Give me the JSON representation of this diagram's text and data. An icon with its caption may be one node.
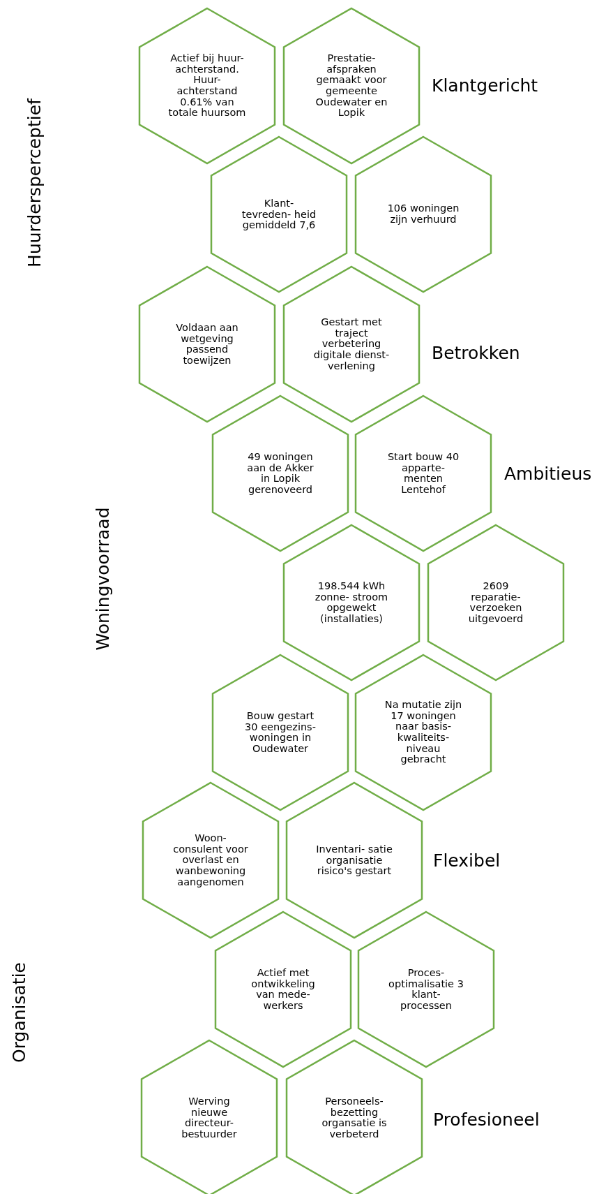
{
  "diagram": {
    "nodes": [
      {
        "text": [
          "Actief bij huur- achterstand. Huur- achterstand 0.61% van totale huursom"
        ]
      },
      {
        "text": [
          "Prestatie- afspraken gemaakt voor gemeente Oudewater en Lopik"
        ]
      },
      {
        "text": [
          "Klant- tevreden- heid gemiddeld 7,6"
        ]
      },
      {
        "text": [
          "106 woningen zijn verhuurd"
        ]
      },
      {
        "text": [
          "Voldaan aan wetgeving passend toewijzen"
        ]
      },
      {
        "text": [
          "Gestart met traject verbetering digitale dienst- verlening"
        ]
      },
      {
        "text": [
          "49 woningen aan de Akker in Lopik gerenoveerd"
        ]
      },
      {
        "text": [
          "Start bouw 40 apparte- menten Lentehof"
        ]
      },
      {
        "text": [
          "198.544 kWh zonne- stroom opgewekt (installaties)"
        ]
      },
      {
        "text": [
          "2609 reparatie- verzoeken uitgevoerd"
        ]
      },
      {
        "text": [
          "Bouw gestart 30 eengezins- woningen in Oudewater"
        ]
      },
      {
        "text": [
          "Na mutatie zijn 17 woningen naar basis- kwaliteits- niveau gebracht"
        ]
      },
      {
        "text": [
          "Woon- consulent voor overlast en wanbewoning aangenomen"
        ]
      },
      {
        "text": [
          "Inventari- satie organisatie risico's gestart"
        ]
      },
      {
        "text": [
          "Actief met ontwikkeling van mede- werkers"
        ]
      },
      {
        "text": [
          "Proces- optimalisatie 3 klant- processen"
        ]
      },
      {
        "text": [
          "Werving nieuwe directeur- bestuurder"
        ]
      },
      {
        "text": [
          "Personeels- bezetting organsatie is verbeterd"
        ]
      }
    ],
    "labels": [
      "Huurdersperceptief",
      "Klantgericht",
      "Betrokken",
      "Woningvoorraad",
      "Ambitieus",
      "Flexibel",
      "Organisatie",
      "Profesioneel"
    ]
  }
}
